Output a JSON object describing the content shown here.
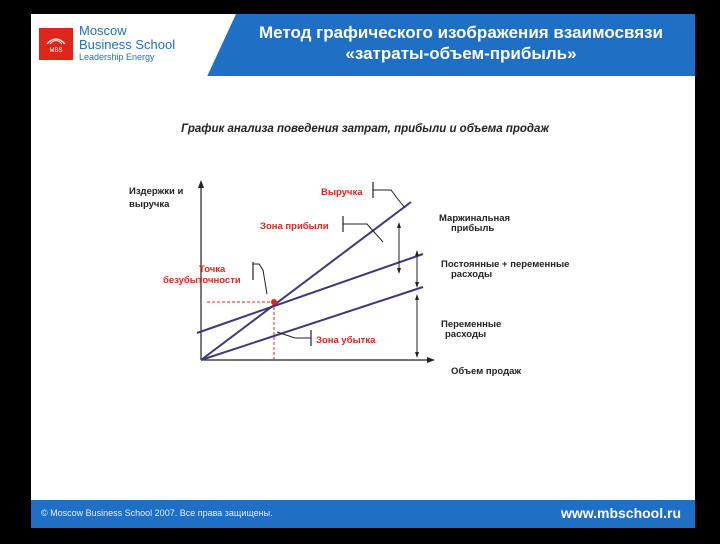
{
  "header": {
    "logo_line1": "Moscow",
    "logo_line2": "Business School",
    "logo_line3": "Leadership Energy",
    "logo_badge": "MBS",
    "title_line1": "Метод графического изображения взаимосвязи",
    "title_line2": "«затраты-объем-прибыль»"
  },
  "diagram": {
    "subtitle": "График анализа поведения затрат, прибыли и объема продаж",
    "y_axis_line1": "Издержки и",
    "y_axis_line2": "выручка",
    "x_axis": "Объем продаж",
    "revenue": "Выручка",
    "profit_zone": "Зона прибыли",
    "breakeven_line1": "Точка",
    "breakeven_line2": "безубыточности",
    "loss_zone": "Зона убытка",
    "margin_line1": "Маржинальная",
    "margin_line2": "прибыль",
    "total_costs_line1": "Постоянные + переменные",
    "total_costs_line2": "расходы",
    "variable_line1": "Переменные",
    "variable_line2": "расходы",
    "colors": {
      "line": "#3c3a7a",
      "red": "#e0261b"
    }
  },
  "footer": {
    "copyright": "© Moscow Business School 2007. Все права защищены.",
    "website": "www.mbschool.ru"
  }
}
